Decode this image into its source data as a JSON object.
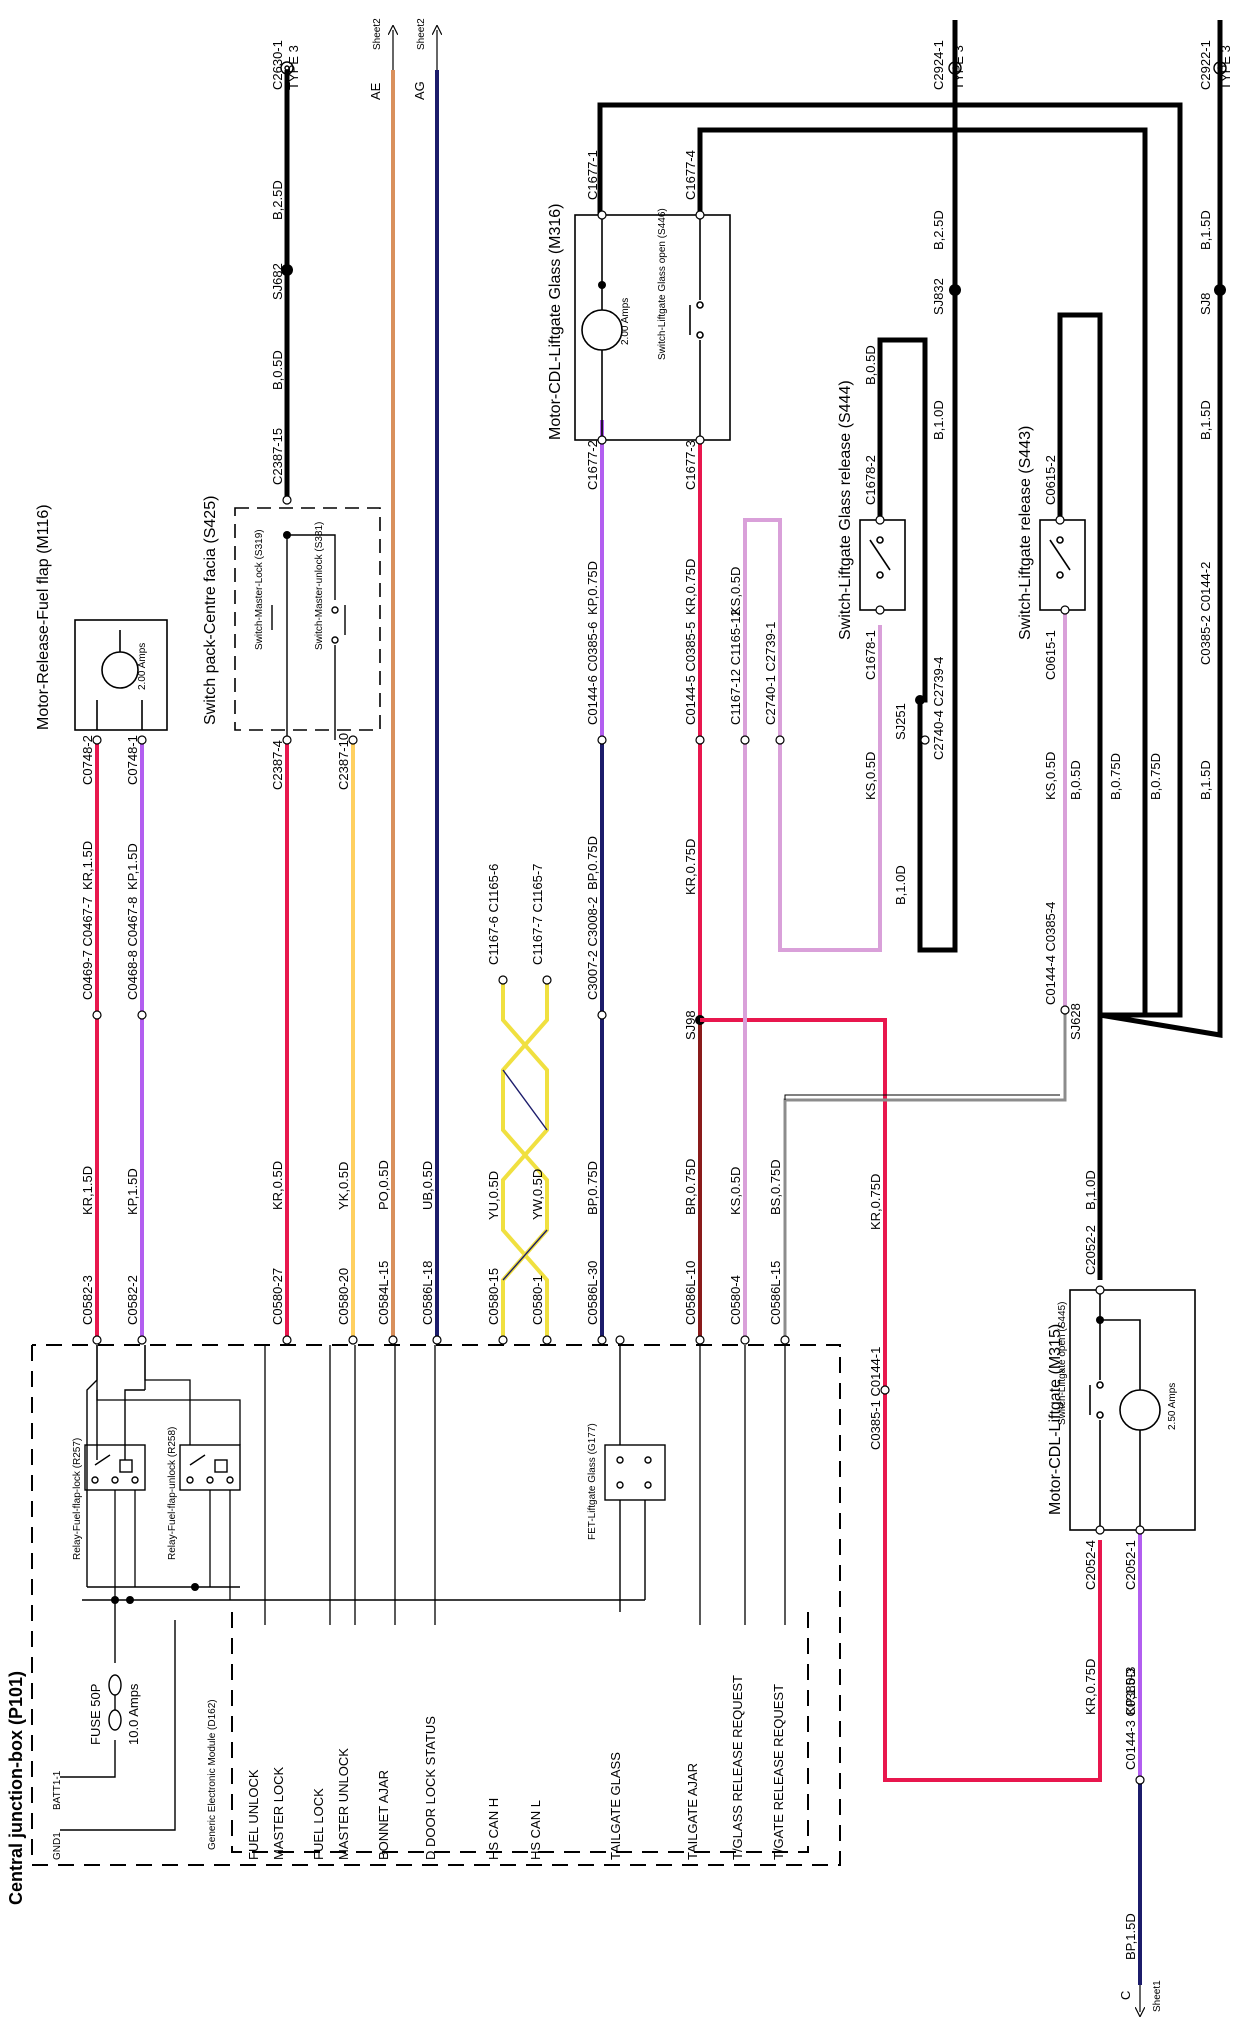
{
  "title": "Central junction-box (P101)",
  "left_labels": {
    "gnd": "GND1",
    "batt": "BATT1-1",
    "gem": "Generic Electronic Module (D162)",
    "fuse": "FUSE 50P",
    "fuse_amps": "10.0 Amps",
    "relay_lock": "Relay-Fuel-flap-lock (R257)",
    "relay_unlock": "Relay-Fuel-flap-unlock (R258)",
    "fet": "FET-Liftgate Glass (G177)"
  },
  "gem_functions": [
    {
      "id": "fuel-unlock",
      "label": "FUEL UNLOCK"
    },
    {
      "id": "master-lock",
      "label": "MASTER LOCK"
    },
    {
      "id": "fuel-lock",
      "label": "FUEL LOCK"
    },
    {
      "id": "master-unlock",
      "label": "MASTER UNLOCK"
    },
    {
      "id": "bonnet-ajar",
      "label": "BONNET AJAR"
    },
    {
      "id": "d-door-lock-status",
      "label": "D DOOR LOCK STATUS"
    },
    {
      "id": "hs-can-h",
      "label": "HS CAN H"
    },
    {
      "id": "hs-can-l",
      "label": "HS CAN L"
    },
    {
      "id": "tailgate-glass",
      "label": "TAILGATE GLASS"
    },
    {
      "id": "tailgate-ajar",
      "label": "TAILGATE AJAR"
    },
    {
      "id": "tglass-release",
      "label": "T/GLASS RELEASE REQUEST"
    },
    {
      "id": "tgate-release",
      "label": "T/GATE RELEASE REQUEST"
    }
  ],
  "connectors": {
    "c0582_3": "C0582-3",
    "c0582_2": "C0582-2",
    "c0469_7": "C0469-7 C0467-7",
    "c0468_8": "C0468-8 C0467-8",
    "c0748_2": "C0748-2",
    "c0748_1": "C0748-1",
    "c0580_27": "C0580-27",
    "c0580_20": "C0580-20",
    "c0584l_15": "C0584L-15",
    "c0586l_18": "C0586L-18",
    "c2387_4": "C2387-4",
    "c2387_10": "C2387-10",
    "c2387_15": "C2387-15",
    "c2630_1": "C2630-1",
    "sj682": "SJ682",
    "type3": "TYPE 3",
    "c0580_15": "C0580-15",
    "c0580_1": "C0580-1",
    "c1167_6": "C1167-6 C1165-6",
    "c1167_7": "C1167-7 C1165-7",
    "c0586l_30": "C0586L-30",
    "c3007_2": "C3007-2 C3008-2",
    "c0144_6": "C0144-6 C0385-6",
    "c1677_2": "C1677-2",
    "c1677_1": "C1677-1",
    "c1677_3": "C1677-3",
    "c1677_4": "C1677-4",
    "c0586l_10": "C0586L-10",
    "c0580_4": "C0580-4",
    "c0586l_15": "C0586L-15",
    "sj98": "SJ98",
    "c0144_5": "C0144-5 C0385-5",
    "c1167_12": "C1167-12 C1165-12",
    "c2740_1": "C2740-1 C2739-1",
    "c1678_1": "C1678-1",
    "c1678_2": "C1678-2",
    "sj251": "SJ251",
    "c2740_4": "C2740-4 C2739-4",
    "c2924_1": "C2924-1",
    "sj832": "SJ832",
    "c0385_1": "C0385-1 C0144-1",
    "c0144_4": "C0144-4 C0385-4",
    "sj628": "SJ628",
    "c0615_1": "C0615-1",
    "c0615_2": "C0615-2",
    "c0385_2": "C0385-2 C0144-2",
    "sj8": "SJ8",
    "c2922_1": "C2922-1",
    "c2052_2": "C2052-2",
    "c2052_4": "C2052-4",
    "c2052_1": "C2052-1",
    "c0144_3": "C0144-3 C0385-3",
    "sheet1": "Sheet1",
    "c_letter": "C",
    "sheet2": "Sheet2",
    "ae": "AE",
    "ag": "AG"
  },
  "wires": {
    "kr15": "KR,1.5D",
    "kp15": "KP,1.5D",
    "kr05": "KR,0.5D",
    "yk05": "YK,0.5D",
    "po05": "PO,0.5D",
    "ub05": "UB,0.5D",
    "b05": "B,0.5D",
    "b25": "B,2.5D",
    "yu05": "YU,0.5D",
    "yw05": "YW,0.5D",
    "bp075": "BP,0.75D",
    "kp075": "KP,0.75D",
    "kr075": "KR,0.75D",
    "br075": "BR,0.75D",
    "ks05": "KS,0.5D",
    "bs075": "BS,0.75D",
    "b10": "B,1.0D",
    "b075": "B,0.75D",
    "b15": "B,1.5D",
    "kp10": "KP,1.0D",
    "bp15": "BP,1.5D"
  },
  "components": {
    "m116": "Motor-Release-Fuel flap (M116)",
    "m116_amps": "2.00 Amps",
    "s425": "Switch pack-Centre facia (S425)",
    "s319": "Switch-Master-Lock (S319)",
    "s381": "Switch-Master-unlock (S381)",
    "m316": "Motor-CDL-Liftgate Glass (M316)",
    "m316_amps": "2.00 Amps",
    "s446": "Switch-Liftgate Glass open (S446)",
    "s444": "Switch-Liftgate Glass release (S444)",
    "s443": "Switch-Liftgate release (S443)",
    "m315": "Motor-CDL-Liftgate (M315)",
    "m315_amps": "2.50 Amps",
    "s445": "Switch-Liftgate open (S445)"
  },
  "colors": {
    "red": "#e8174d",
    "purple": "#b25ef0",
    "yellow": "#ffd060",
    "orange": "#d9905c",
    "navy": "#1c1c6b",
    "darkred": "#8a1a1a",
    "pink": "#d9a0d9",
    "yellowline": "#f0e040",
    "grey": "#8c8c8c"
  }
}
